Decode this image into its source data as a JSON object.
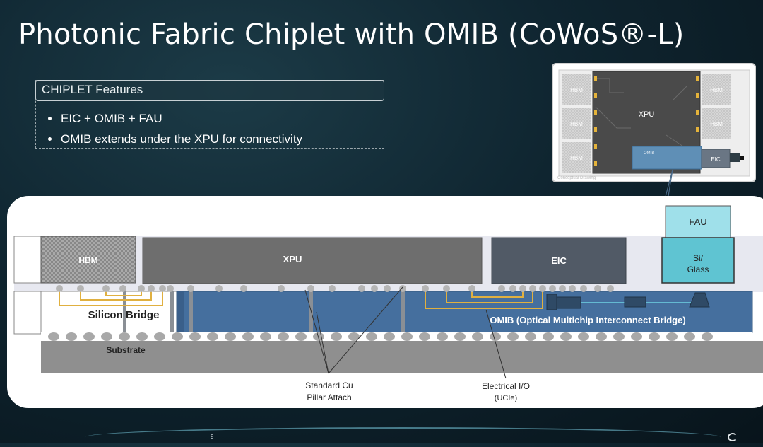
{
  "title": "Photonic Fabric Chiplet with OMIB (CoWoS®-L)",
  "features": {
    "heading": "CHIPLET Features",
    "items": [
      "EIC + OMIB + FAU",
      "OMIB extends under the XPU for connectivity"
    ]
  },
  "diagram": {
    "hbm": "HBM",
    "xpu": "XPU",
    "eic": "EIC",
    "fau": "FAU",
    "si_glass_line1": "Si/",
    "si_glass_line2": "Glass",
    "silicon_bridge": "Silicon Bridge",
    "substrate": "Substrate",
    "omib": "OMIB (Optical Multichip Interconnect Bridge)",
    "callout_cu_line1": "Standard Cu",
    "callout_cu_line2": "Pillar Attach",
    "callout_io_line1": "Electrical I/O",
    "callout_io_line2": "(UCIe)"
  },
  "inset": {
    "hbm": "HBM",
    "xpu": "XPU",
    "omib": "OMIB",
    "eic": "EIC",
    "caption": "Conceptual Drawing"
  },
  "footer": {
    "page_number": "9"
  },
  "colors": {
    "background": "#0f2530",
    "xpu": "#6d6d6d",
    "eic": "#515a66",
    "omib": "#456f9e",
    "fau": "#9fe0ea",
    "si_glass": "#5fc4d2",
    "substrate": "#8f8f8f",
    "bridge_wiring": "#e0b040"
  }
}
